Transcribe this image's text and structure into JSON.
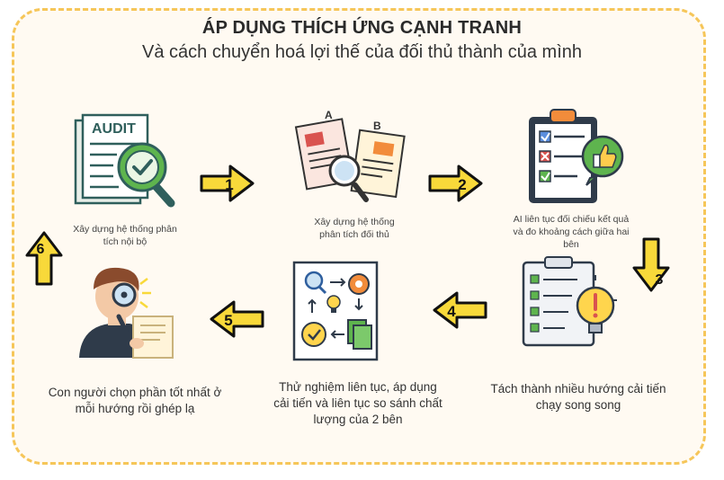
{
  "header": {
    "title": "ÁP DỤNG THÍCH ỨNG CẠNH TRANH",
    "subtitle": "Và cách chuyển hoá lợi thế của đối thủ thành của mình"
  },
  "steps": [
    {
      "caption": "Xây dựng hệ thống phân tích nội bộ",
      "icon_text": "AUDIT"
    },
    {
      "caption": "Xây dựng hệ thống phân tích đối thủ",
      "icon_text_a": "A",
      "icon_text_b": "B"
    },
    {
      "caption": "AI liên tục đối chiếu kết quả và đo khoảng cách giữa hai bên"
    },
    {
      "caption": "Tách thành nhiều hướng cải tiến chạy song song"
    },
    {
      "caption": "Thử nghiệm liên tục, áp dụng cải tiến và liên tục so sánh chất lượng của 2 bên"
    },
    {
      "caption": "Con người chọn phần tốt nhất ở mỗi hướng rồi ghép lạ"
    }
  ],
  "arrows": [
    {
      "number": "1"
    },
    {
      "number": "2"
    },
    {
      "number": "3"
    },
    {
      "number": "4"
    },
    {
      "number": "5"
    },
    {
      "number": "6"
    }
  ],
  "colors": {
    "frame_border": "#f6c659",
    "arrow_fill": "#f8d93a",
    "arrow_stroke": "#111111",
    "teal": "#2f7c78",
    "green": "#5eb44e",
    "orange": "#f28c3b",
    "red": "#d9534f"
  }
}
